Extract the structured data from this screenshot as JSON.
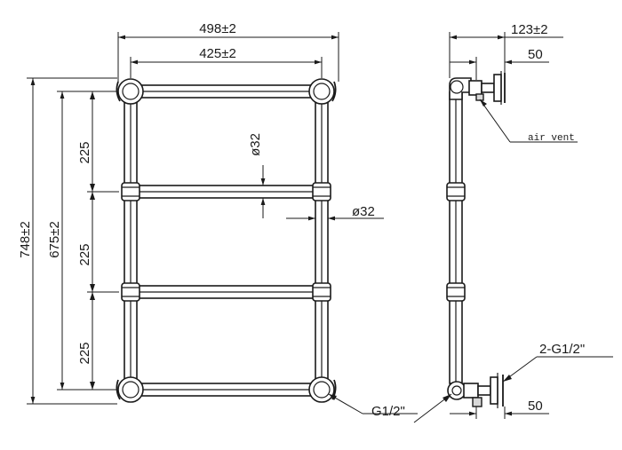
{
  "dimensions": {
    "overall_width": "498±2",
    "centers_width": "425±2",
    "overall_height": "748±2",
    "centers_height": "675±2",
    "rail_spacing_top": "225",
    "rail_spacing_mid": "225",
    "rail_spacing_bottom": "225",
    "rail_diameter": "ø32",
    "upright_diameter": "ø32",
    "projection": "123±2",
    "valve_offset_top": "50",
    "valve_offset_bottom": "50"
  },
  "labels": {
    "air_vent": "air vent",
    "connection": "G1/2\"",
    "side_connection": "2-G1/2\""
  }
}
